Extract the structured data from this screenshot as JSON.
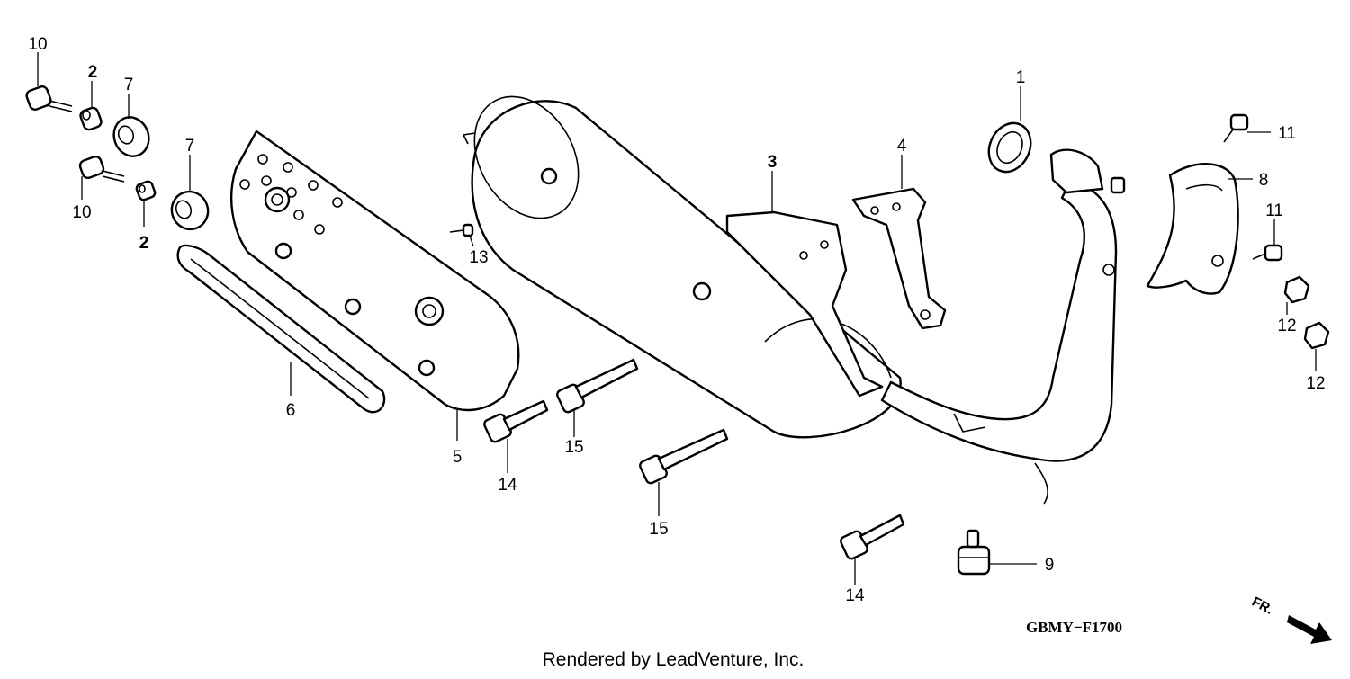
{
  "callouts": {
    "c1": "1",
    "c2a": "2",
    "c2b": "2",
    "c3": "3",
    "c4": "4",
    "c5": "5",
    "c6": "6",
    "c7a": "7",
    "c7b": "7",
    "c8": "8",
    "c9": "9",
    "c10a": "10",
    "c10b": "10",
    "c11a": "11",
    "c11b": "11",
    "c12a": "12",
    "c12b": "12",
    "c13": "13",
    "c14a": "14",
    "c14b": "14",
    "c15a": "15",
    "c15b": "15"
  },
  "diagram_code": "GBMY−F1700",
  "direction_label": "FR.",
  "credit": "Rendered by LeadVenture, Inc.",
  "colors": {
    "line": "#000000",
    "background": "#ffffff"
  }
}
